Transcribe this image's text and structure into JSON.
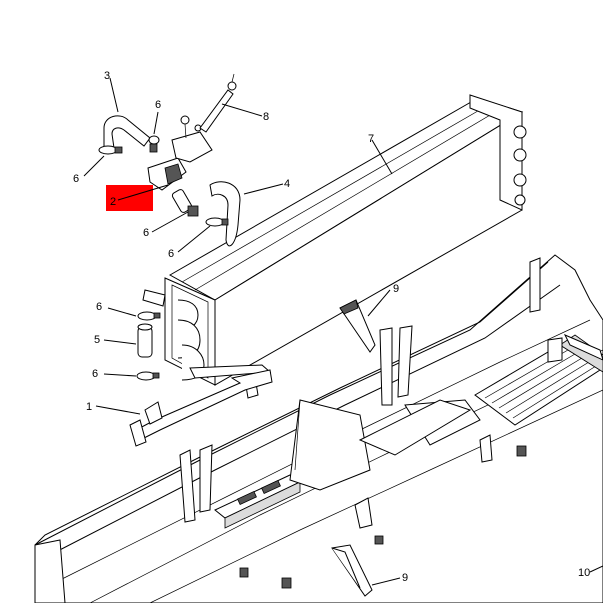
{
  "highlight_color": "#ff0000",
  "callouts": {
    "c1": "1",
    "c2": "2",
    "c3": "3",
    "c4": "4",
    "c5": "5",
    "c6a": "6",
    "c6b": "6",
    "c6c": "6",
    "c6d": "6",
    "c6e": "6",
    "c6f": "6",
    "c7": "7",
    "c8": "8",
    "c9a": "9",
    "c9b": "9",
    "c10": "10"
  }
}
